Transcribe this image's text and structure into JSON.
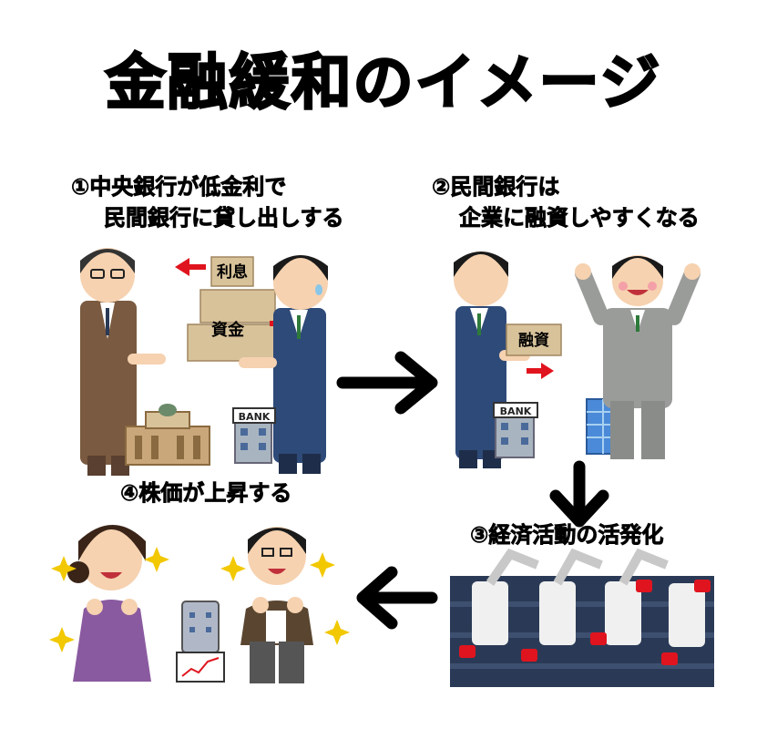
{
  "title": "金融緩和のイメージ",
  "steps": [
    {
      "line1": "①中央銀行が低金利で",
      "line2": "民間銀行に貸し出しする"
    },
    {
      "line1": "②民間銀行は",
      "line2": "企業に融資しやすくなる"
    },
    {
      "line1": "③経済活動の活発化"
    },
    {
      "line1": "④株価が上昇する"
    }
  ],
  "labels": {
    "interest": "利息",
    "capital": "資金",
    "loan": "融資",
    "bank_sign_1": "BANK",
    "bank_sign_2": "BANK"
  },
  "colors": {
    "arrow_red": "#e0141e",
    "flow_arrow": "#000000",
    "box_tan": "#d8c29a",
    "suit_brown": "#7a5a40",
    "suit_navy": "#2e4a78",
    "work_gray": "#9a9c9a",
    "conveyor": "#2a3a56"
  }
}
